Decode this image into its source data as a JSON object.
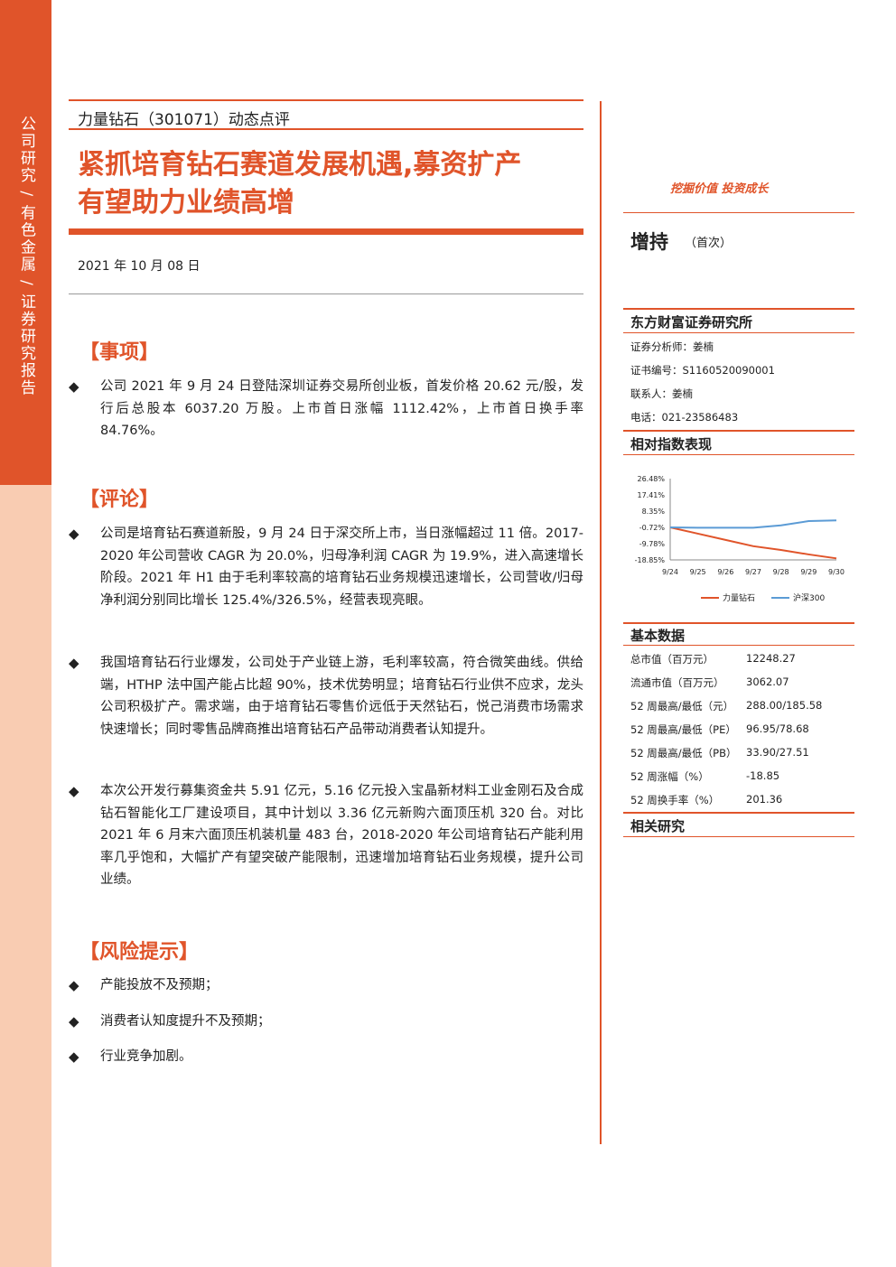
{
  "sidebar": {
    "text": "公司研究 / 有色金属 / 证券研究报告"
  },
  "header": {
    "report_label": "力量钻石（301071）动态点评"
  },
  "title": {
    "line1": "紧抓培育钻石赛道发展机遇,募资扩产",
    "line2": "有望助力业绩高增"
  },
  "date": "2021 年 10 月 08 日",
  "sections": [
    {
      "heading": "【事项】",
      "bullets": [
        "公司 2021 年 9 月 24 日登陆深圳证券交易所创业板，首发价格 20.62 元/股，发行后总股本 6037.20 万股。上市首日涨幅 1112.42%，上市首日换手率 84.76%。"
      ]
    },
    {
      "heading": "【评论】",
      "bullets": [
        "公司是培育钻石赛道新股，9 月 24 日于深交所上市，当日涨幅超过 11 倍。2017-2020 年公司营收 CAGR 为 20.0%，归母净利润 CAGR 为 19.9%，进入高速增长阶段。2021 年 H1 由于毛利率较高的培育钻石业务规模迅速增长，公司营收/归母净利润分别同比增长 125.4%/326.5%，经营表现亮眼。",
        "我国培育钻石行业爆发，公司处于产业链上游，毛利率较高，符合微笑曲线。供给端，HTHP 法中国产能占比超 90%，技术优势明显；培育钻石行业供不应求，龙头公司积极扩产。需求端，由于培育钻石零售价远低于天然钻石，悦己消费市场需求快速增长；同时零售品牌商推出培育钻石产品带动消费者认知提升。",
        "本次公开发行募集资金共 5.91 亿元，5.16 亿元投入宝晶新材料工业金刚石及合成钻石智能化工厂建设项目，其中计划以 3.36 亿元新购六面顶压机 320 台。对比 2021 年 6 月末六面顶压机装机量 483 台，2018-2020 年公司培育钻石产能利用率几乎饱和，大幅扩产有望突破产能限制，迅速增加培育钻石业务规模，提升公司业绩。"
      ]
    },
    {
      "heading": "【风险提示】",
      "bullets": [
        "产能投放不及预期；",
        "消费者认知度提升不及预期；",
        "行业竞争加剧。"
      ]
    }
  ],
  "bullet_glyph": "◆",
  "right": {
    "slogan": "挖掘价值 投资成长",
    "rating": "增持",
    "rating_sub": "（首次）",
    "institute": "东方财富证券研究所",
    "analyst_lines": [
      "证券分析师：姜楠",
      "证书编号：S1160520090001",
      "联系人：姜楠",
      "电话：021-23586483"
    ],
    "chart_heading": "相对指数表现",
    "basic_heading": "基本数据",
    "basic_data": [
      {
        "label": "总市值（百万元）",
        "value": "12248.27"
      },
      {
        "label": "流通市值（百万元）",
        "value": "3062.07"
      },
      {
        "label": "52 周最高/最低（元）",
        "value": "288.00/185.58"
      },
      {
        "label": "52 周最高/最低（PE）",
        "value": "96.95/78.68"
      },
      {
        "label": "52 周最高/最低（PB）",
        "value": "33.90/27.51"
      },
      {
        "label": "52 周涨幅（%）",
        "value": "-18.85"
      },
      {
        "label": "52 周换手率（%）",
        "value": "201.36"
      }
    ],
    "related_heading": "相关研究"
  },
  "colors": {
    "accent": "#e0542a",
    "accent_light": "#f9ccb2",
    "series2": "#5b9bd5"
  },
  "chart_data": {
    "type": "line",
    "x": [
      "9/24",
      "9/25",
      "9/26",
      "9/27",
      "9/28",
      "9/29",
      "9/30"
    ],
    "yticks": [
      "26.48%",
      "17.41%",
      "8.35%",
      "-0.72%",
      "-9.78%",
      "-18.85%"
    ],
    "ylim": [
      -18.85,
      26.48
    ],
    "series": [
      {
        "name": "力量钻石",
        "color": "#e0542a",
        "values": [
          -0.72,
          -4.2,
          -7.7,
          -11.2,
          -13.3,
          -15.8,
          -18.0
        ]
      },
      {
        "name": "沪深300",
        "color": "#5b9bd5",
        "values": [
          -0.72,
          -0.9,
          -0.9,
          -0.9,
          0.4,
          2.8,
          3.2
        ]
      }
    ]
  }
}
